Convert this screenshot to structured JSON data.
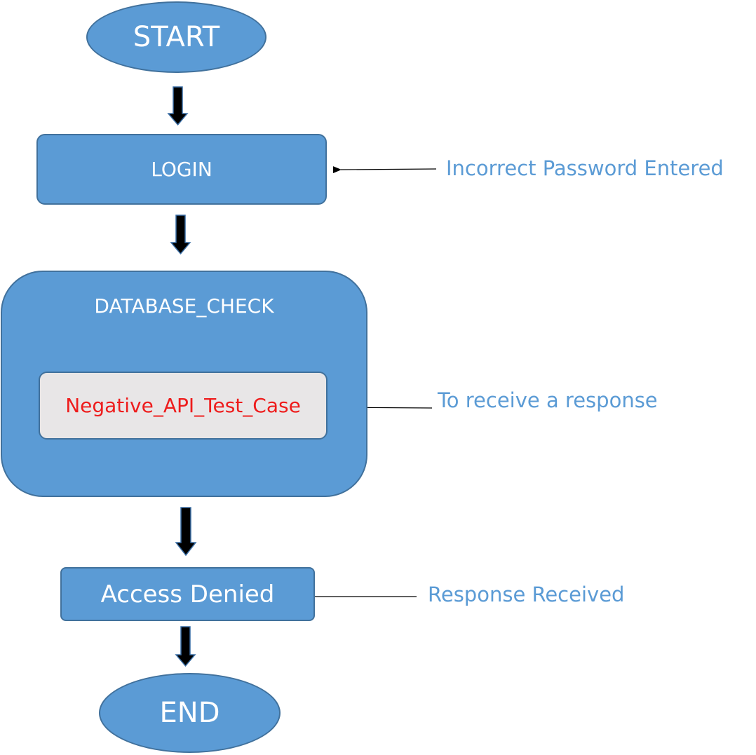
{
  "nodes": {
    "start": "START",
    "login": "LOGIN",
    "database_check": "DATABASE_CHECK",
    "negative_api_test_case": "Negative_API_Test_Case",
    "access_denied": "Access Denied",
    "end": "END"
  },
  "annotations": {
    "incorrect_password": "Incorrect Password Entered",
    "receive_response": "To receive a response",
    "response_received": "Response Received"
  },
  "colors": {
    "node_fill": "#5b9bd5",
    "node_border": "#41719c",
    "inner_box_fill": "#e8e6e7",
    "inner_text": "#ee1c1c",
    "annotation_text": "#5b9bd5"
  }
}
